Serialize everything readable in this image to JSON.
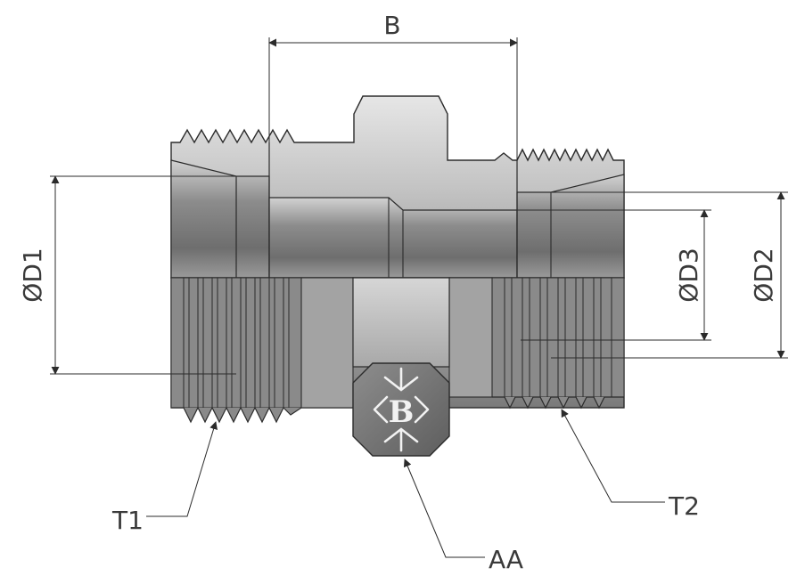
{
  "labels": {
    "b": "B",
    "d1": "ØD1",
    "d2": "ØD2",
    "d3": "ØD3",
    "t1": "T1",
    "t2": "T2",
    "aa": "AA"
  },
  "logo": {
    "text": "B"
  },
  "colors": {
    "line": "#2b2b2b",
    "metal_dark": "#6d6d6d",
    "metal_mid": "#9a9a9a",
    "metal_light": "#cfcfcf"
  }
}
